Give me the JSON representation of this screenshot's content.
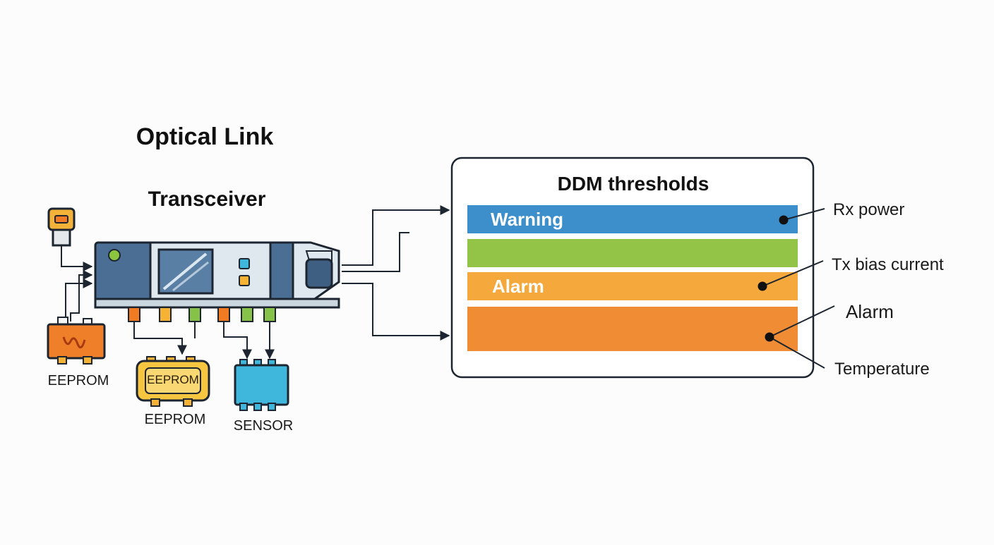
{
  "header": {
    "title": "Optical Link",
    "subtitle": "Transceiver"
  },
  "components": {
    "eeprom_left": "EEPROM",
    "eeprom_center_chip": "EEPROM",
    "eeprom_center_label": "EEPROM",
    "sensor": "SENSOR"
  },
  "ddm_panel": {
    "title": "DDM thresholds",
    "bands": [
      {
        "label": "Warning",
        "color": "#3d8fcb"
      },
      {
        "label": "",
        "color": "#94c447"
      },
      {
        "label": "Alarm",
        "color": "#f5a93c"
      },
      {
        "label": "",
        "color": "#ef8c34"
      }
    ],
    "callouts": [
      "Rx power",
      "Tx bias current",
      "Alarm",
      "Temperature"
    ]
  },
  "colors": {
    "module_body": "#4a6e94",
    "module_light": "#dfe8ef",
    "outline": "#1d2630",
    "pin_orange": "#f07b22",
    "pin_yellow": "#f5b235",
    "pin_green": "#86c24a",
    "chip_orange": "#f07f2a",
    "chip_yellow": "#f7c640",
    "chip_blue": "#3fb6dc"
  },
  "icons": [
    "laser-connector-icon",
    "status-led-icon",
    "waveform-icon"
  ]
}
